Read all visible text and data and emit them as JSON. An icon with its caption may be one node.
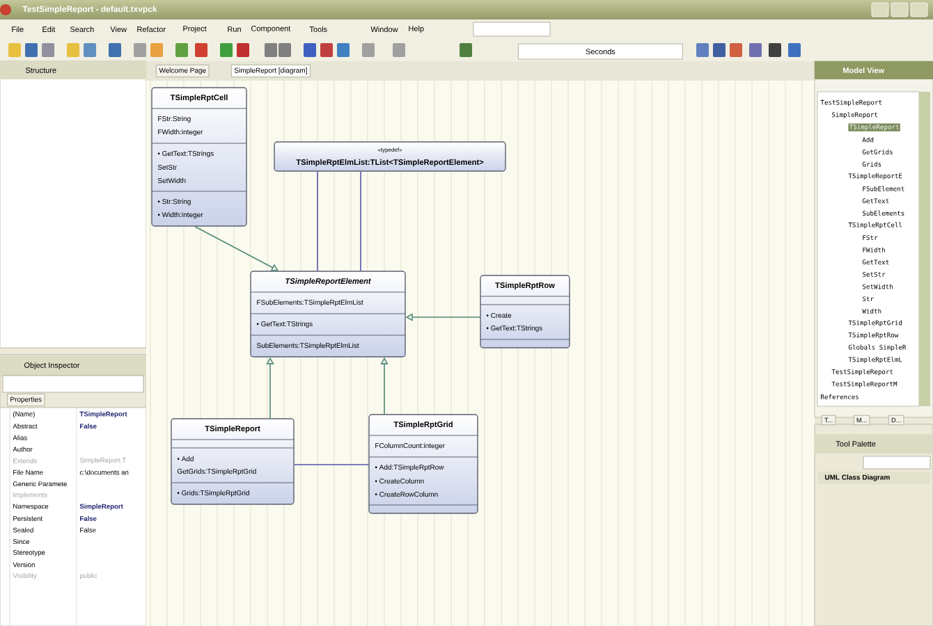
{
  "diagram": {
    "nodes": [
      {
        "text": [
          "TSimpleRptCell",
          "FStr:String",
          "FWidth:integer",
          "• GetText:TStrings",
          "SetStr",
          "SetWidth",
          "• Str:String",
          "• Width:integer"
        ]
      },
      {
        "text": [
          "«typedef»",
          "TSimpleRptElmList:TList<TSimpleReportElement>"
        ]
      },
      {
        "text": [
          "TSimpleReportElement",
          "FSubElements:TSimpleRptElmList",
          "• GetText:TStrings",
          "SubElements:TSimpleRptElmList"
        ]
      },
      {
        "text": [
          "TSimpleRptRow",
          "• Create",
          "• GetText:TStrings"
        ]
      },
      {
        "text": [
          "TSimpleReport",
          "• Add",
          "GetGrids:TSimpleRptGrid",
          "• Grids:TSimpleRptGrid"
        ]
      },
      {
        "text": [
          "TSimpleRptGrid",
          "FColumnCount:integer",
          "• Add:TSimpleRptRow",
          "• CreateColumn",
          "• CreateRowColumn"
        ]
      }
    ],
    "edges": [
      {
        "from": 0,
        "to": 2,
        "arrow": "to"
      },
      {
        "from": 1,
        "to": 2,
        "arrow": "none",
        "color": "#5555a8"
      },
      {
        "from": 1,
        "to": 2,
        "arrow": "none",
        "color": "#5555a8"
      },
      {
        "from": 3,
        "to": 2,
        "arrow": "to"
      },
      {
        "from": 4,
        "to": 2,
        "arrow": "to"
      },
      {
        "from": 5,
        "to": 2,
        "arrow": "to"
      },
      {
        "from": 4,
        "to": 5,
        "arrow": "none",
        "color": "#5555a8"
      }
    ],
    "labels": [
      "TestSimpleReport - default.txvpck",
      "File",
      "Edit",
      "Search",
      "View",
      "Refactor",
      "Project",
      "Run",
      "Component",
      "Tools",
      "Window",
      "Help",
      "Seconds",
      "Structure",
      "Welcome Page",
      "SimpleReport [diagram]",
      "Model View",
      "TestSimpleReport",
      "SimpleReport",
      "TSimpleReport",
      "Add",
      "GetGrids",
      "Grids",
      "TSimpleReportE",
      "FSubElement",
      "GetText",
      "SubElements",
      "TSimpleRptCell",
      "FStr",
      "FWidth",
      "GetText",
      "SetStr",
      "SetWidth",
      "Str",
      "Width",
      "TSimpleRptGrid",
      "TSimpleRptRow",
      "Globals SimpleR",
      "TSimpleRptElmL",
      "TestSimpleReport",
      "TestSimpleReportM",
      "References",
      "T...",
      "M...",
      "D...",
      "Tool Palette",
      "UML Class Diagram",
      "Object Inspector",
      "Properties",
      "(Name)",
      "TSimpleReport",
      "Abstract",
      "False",
      "Alias",
      "Author",
      "Extends",
      "SimpleReport.T",
      "File Name",
      "c:\\documents an",
      "Generic Paramete",
      "Implements",
      "Namespace",
      "SimpleReport",
      "Persistent",
      "False",
      "Sealed",
      "False",
      "Since",
      "Stereotype",
      "Version",
      "Visibility",
      "public"
    ]
  }
}
